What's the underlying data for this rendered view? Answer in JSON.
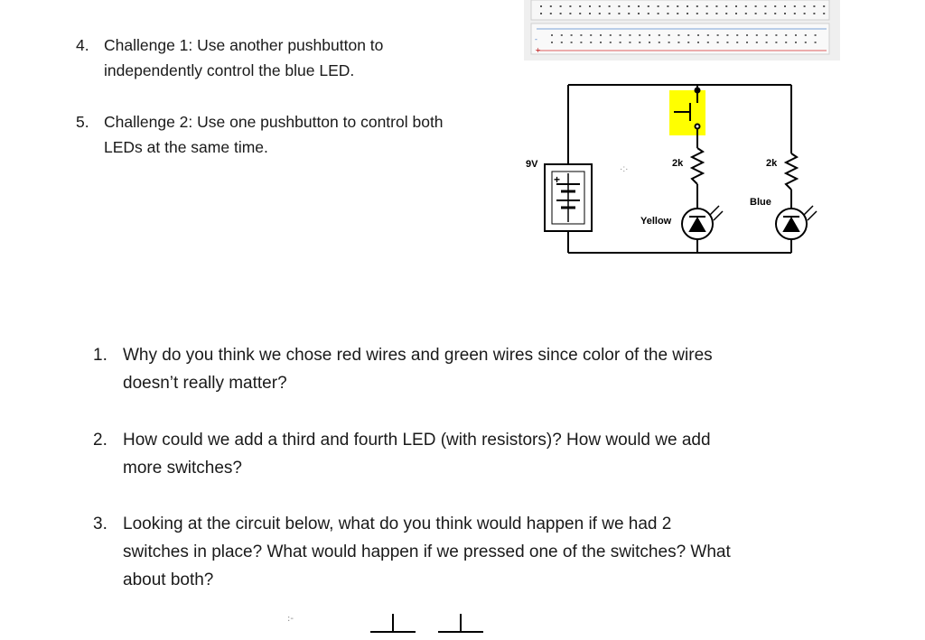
{
  "challenges": [
    {
      "number": "4.",
      "line1": "Challenge 1: Use another pushbutton to",
      "line2": "independently control the blue LED."
    },
    {
      "number": "5.",
      "line1": "Challenge 2: Use one pushbutton to control both",
      "line2": "LEDs at the same time."
    }
  ],
  "schematic": {
    "battery_label": "9V",
    "resistor1_label": "2k",
    "resistor2_label": "2k",
    "led1_label": "Yellow",
    "led2_label": "Blue",
    "highlight_color": "#ffff00",
    "wire_color": "#000000"
  },
  "questions": [
    {
      "number": "1.",
      "line1": "Why do you think we chose red wires and green wires since color of the wires",
      "line2": "doesn’t really matter?"
    },
    {
      "number": "2.",
      "line1": "How could we add a third and fourth LED (with resistors)? How would we add",
      "line2": "more switches?"
    },
    {
      "number": "3.",
      "line1": "Looking at the circuit below, what do you think would happen if we had 2",
      "line2": "switches in place? What would happen if we pressed one of the switches? What",
      "line3": "about both?"
    }
  ]
}
